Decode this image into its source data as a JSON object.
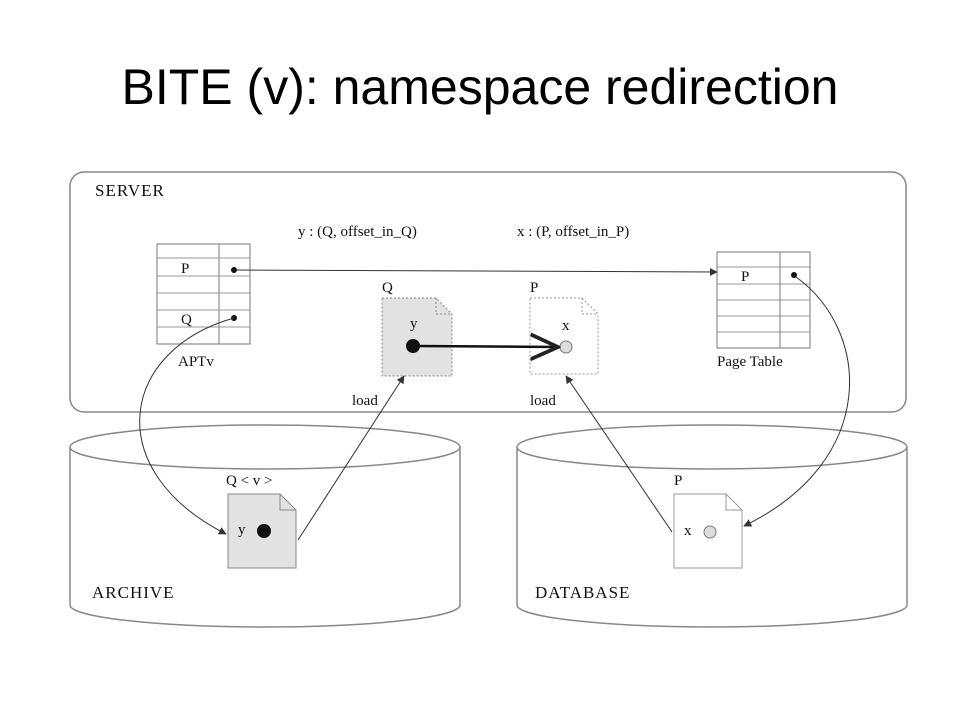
{
  "title": "BITE (v): namespace redirection",
  "labels": {
    "server": "SERVER",
    "archive": "ARCHIVE",
    "database": "DATABASE",
    "y_mapping": "y : (Q, offset_in_Q)",
    "x_mapping": "x : (P, offset_in_P)",
    "apt_p": "P",
    "apt_q": "Q",
    "apt_caption": "APTv",
    "page_table_p": "P",
    "page_table_caption": "Page Table",
    "server_page_q": "Q",
    "server_page_q_var": "y",
    "server_page_p": "P",
    "server_page_p_var": "x",
    "load_left": "load",
    "load_right": "load",
    "archive_page": "Q < v >",
    "archive_page_var": "y",
    "db_page": "P",
    "db_page_var": "x"
  }
}
